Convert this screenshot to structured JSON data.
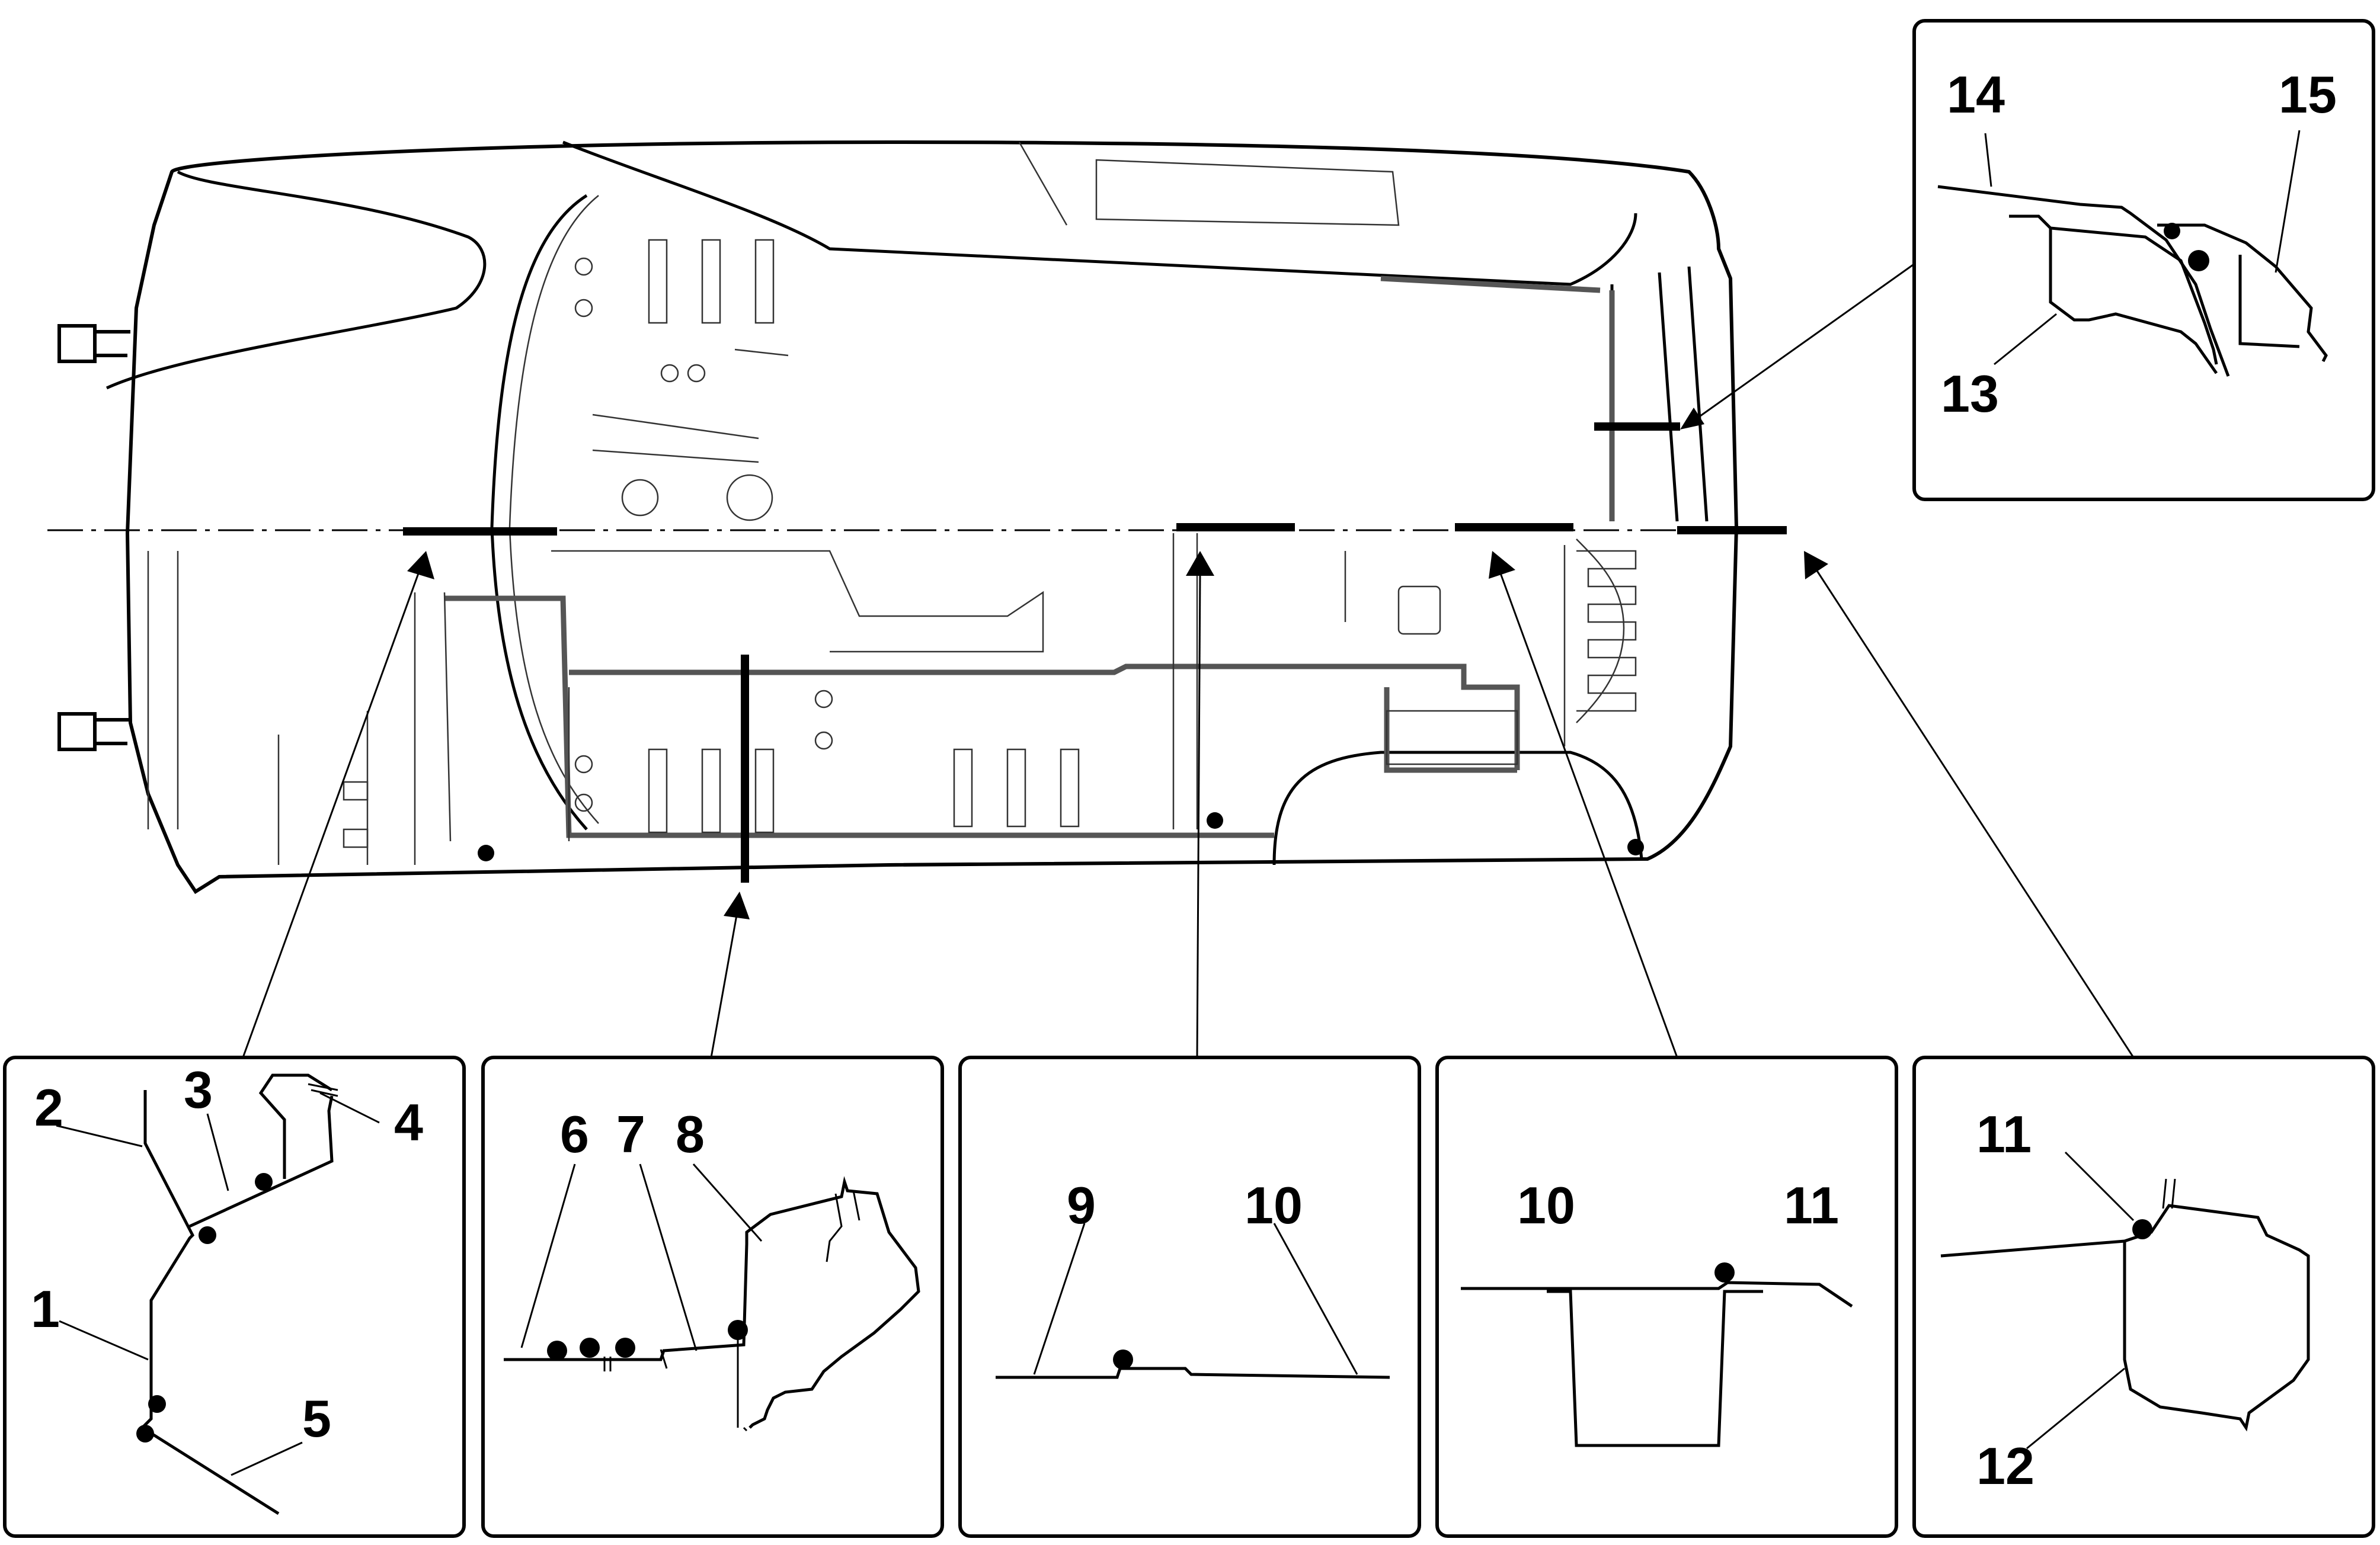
{
  "labels": {
    "p1": "1",
    "p2": "2",
    "p3": "3",
    "p4": "4",
    "p5": "5",
    "p6": "6",
    "p7": "7",
    "p8": "8",
    "p9": "9",
    "p10a": "10",
    "p10b": "10",
    "p11a": "11",
    "p11b": "11",
    "p12": "12",
    "p13": "13",
    "p14": "14",
    "p15": "15"
  }
}
